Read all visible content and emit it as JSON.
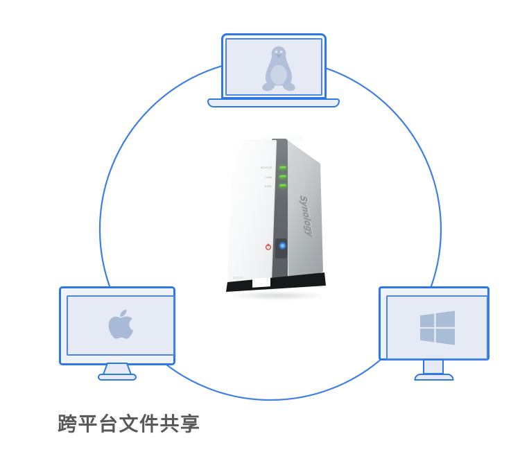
{
  "diagram": {
    "title": "跨平台文件共享",
    "devices": {
      "laptop": {
        "platform": "Linux",
        "icon": "linux-tux-icon"
      },
      "imac": {
        "platform": "Apple",
        "icon": "apple-logo-icon"
      },
      "monitor": {
        "platform": "Windows",
        "icon": "windows-logo-icon"
      }
    },
    "nas": {
      "brand": "Synology",
      "model": "DS118",
      "leds": [
        "STATUS",
        "LAN",
        "DISK"
      ]
    },
    "colors": {
      "outline_blue": "#2E78E3",
      "inner_blue": "#4A86E8",
      "circle_blue": "#3F7EE7",
      "screen_fill": "#E5EAF4",
      "bezel_fill": "#EFF2F9",
      "icon_gray_blue": "#A9BAD6",
      "led_green": "#52B829",
      "title_gray": "#595959"
    }
  }
}
